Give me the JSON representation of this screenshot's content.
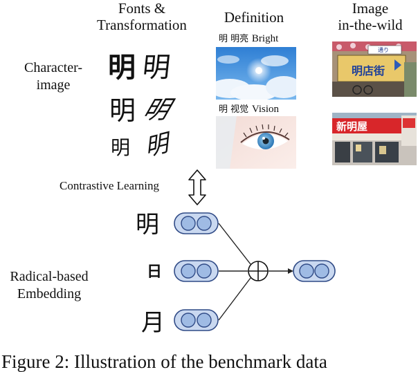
{
  "headers": {
    "fonts": "Fonts &",
    "transformation": "Transformation",
    "definition": "Definition",
    "image": "Image",
    "in_the_wild": "in-the-wild"
  },
  "side_labels": {
    "character_line1": "Character-",
    "character_line2": "image",
    "radical_line1": "Radical-based",
    "radical_line2": "Embedding",
    "contrastive": "Contrastive Learning"
  },
  "characters": {
    "ming": "明",
    "ri": "日",
    "yue": "月"
  },
  "definitions": {
    "bright_cjk": "明 明亮",
    "bright_en": "Bright",
    "vision_cjk": "明 视觉",
    "vision_en": "Vision"
  },
  "sign_text": {
    "street_sign": "明店街",
    "arrow_sign": "通り",
    "shop_sign": "新明屋"
  },
  "caption_fragment": "Figure 2: Illustration of the benchmark data",
  "colors": {
    "node_fill": "#c9d8f0",
    "node_border": "#2f4a86",
    "line": "#222222"
  }
}
